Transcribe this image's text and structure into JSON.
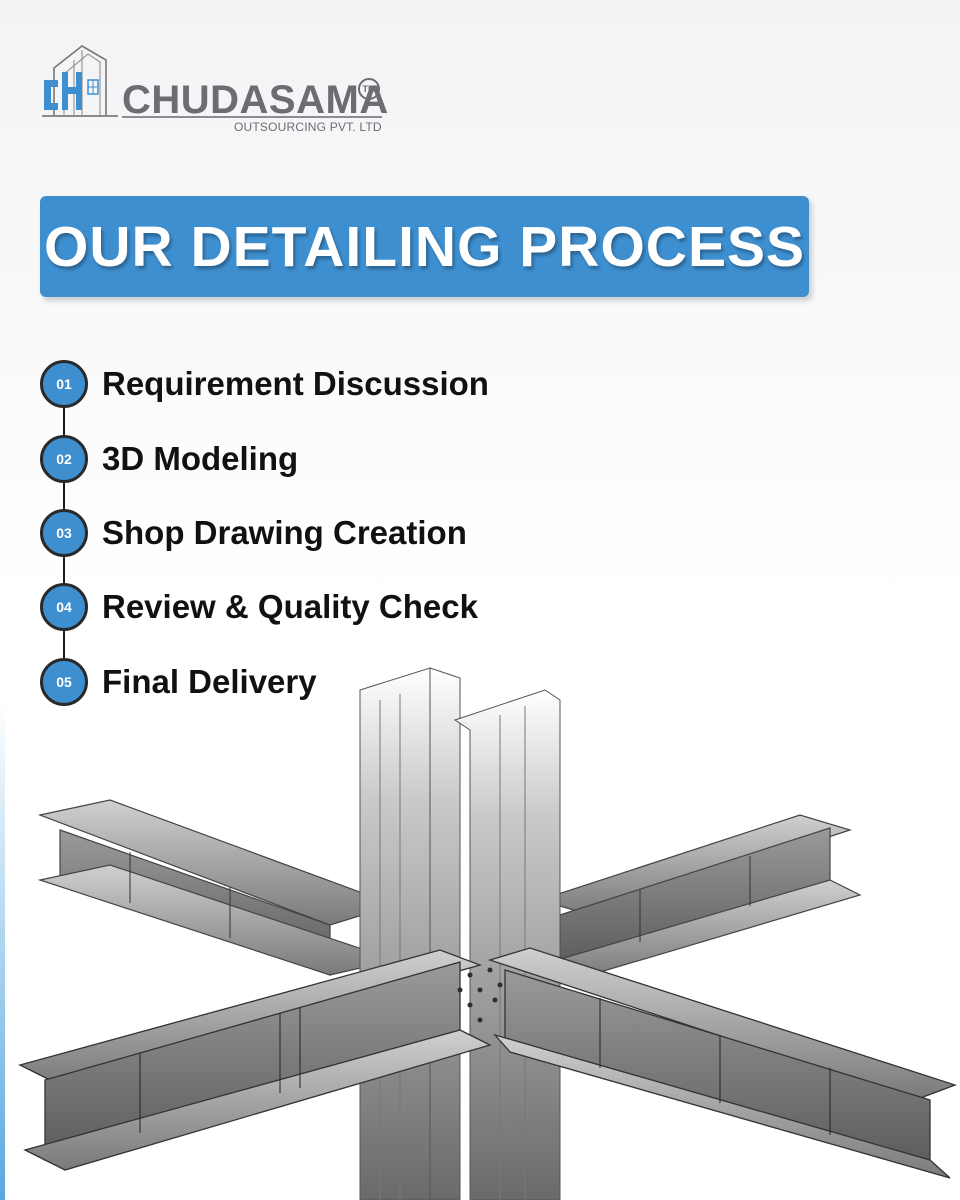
{
  "logo": {
    "mark_text": "CH",
    "name": "CHUDASAMA",
    "trademark": "TM",
    "subtitle": "OUTSOURCING PVT. LTD"
  },
  "banner": {
    "title": "OUR DETAILING PROCESS"
  },
  "steps": [
    {
      "number": "01",
      "label": "Requirement Discussion"
    },
    {
      "number": "02",
      "label": "3D Modeling"
    },
    {
      "number": "03",
      "label": "Shop Drawing Creation"
    },
    {
      "number": "04",
      "label": "Review & Quality Check"
    },
    {
      "number": "05",
      "label": "Final Delivery"
    }
  ],
  "illustration": {
    "icon": "steel-beam-column-connection"
  },
  "colors": {
    "accent": "#3e8fd0",
    "logo_gray": "#6b6d70",
    "text": "#111111",
    "badge_border": "#2a2a2a"
  }
}
